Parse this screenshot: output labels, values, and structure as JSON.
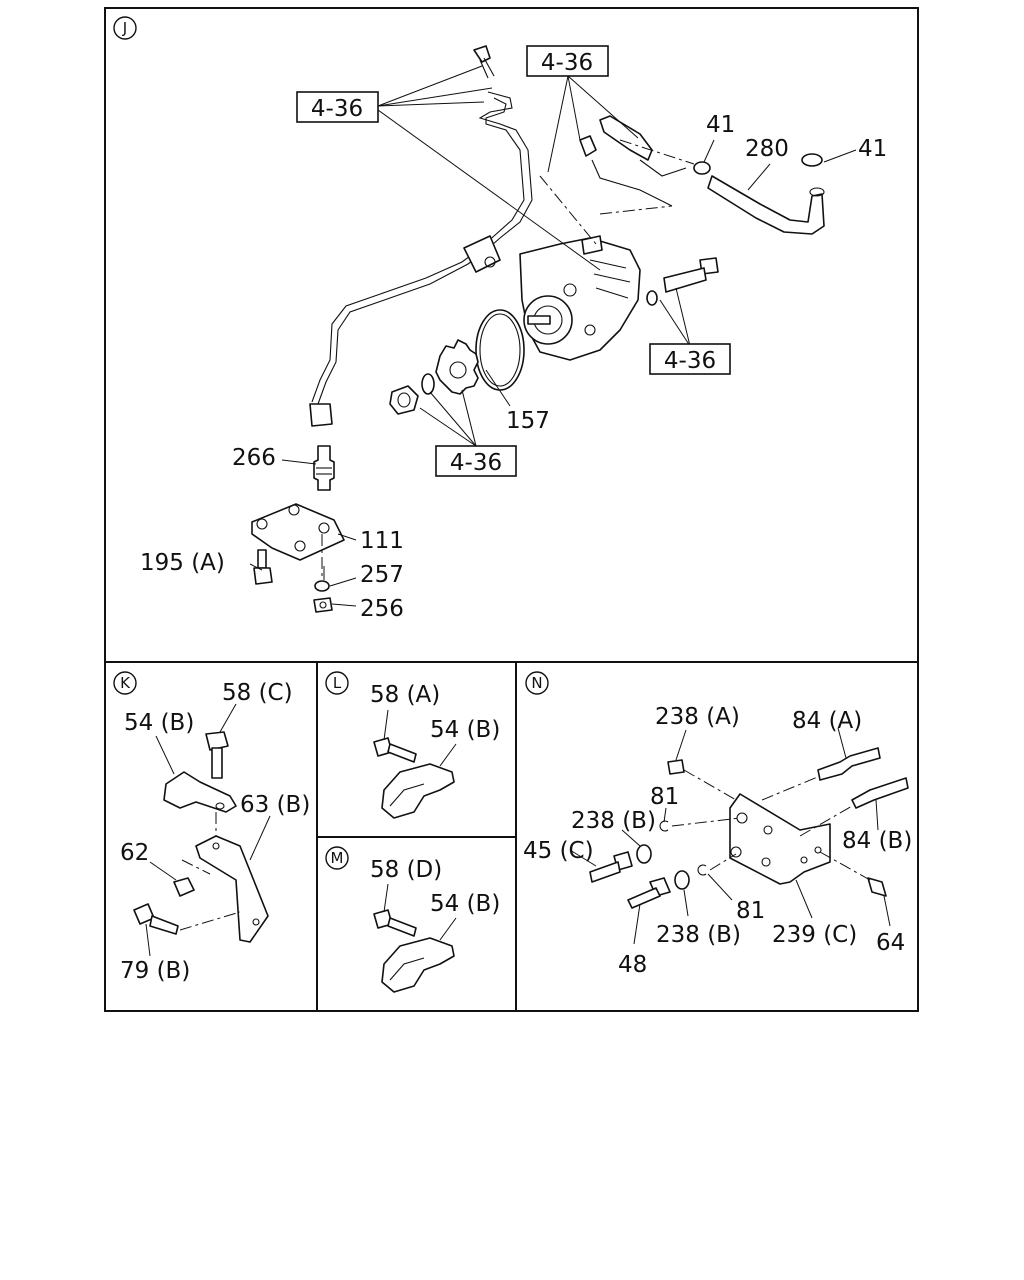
{
  "sections": {
    "J": {
      "letter": "J",
      "labels": {
        "ref_top_left": "4-36",
        "ref_top_center": "4-36",
        "ref_right": "4-36",
        "ref_bottom": "4-36",
        "clamp_a": "41",
        "hose": "280",
        "clamp_b": "41",
        "o_ring": "157",
        "connector": "266",
        "plate": "111",
        "bolt": "195 (A)",
        "washer": "257",
        "nut": "256"
      }
    },
    "K": {
      "letter": "K",
      "labels": {
        "bolt": "58 (C)",
        "clip": "54 (B)",
        "bracket": "63 (B)",
        "nut": "62",
        "bolt_b": "79 (B)"
      }
    },
    "L": {
      "letter": "L",
      "labels": {
        "bolt": "58 (A)",
        "clip": "54 (B)"
      }
    },
    "M": {
      "letter": "M",
      "labels": {
        "bolt": "58 (D)",
        "clip": "54 (B)"
      }
    },
    "N": {
      "letter": "N",
      "labels": {
        "nut_a": "238 (A)",
        "stud_a": "84 (A)",
        "stud_b": "84 (B)",
        "ring_top": "81",
        "nut_b_top": "238 (B)",
        "bolt_c": "45 (C)",
        "nut_b_bottom": "238 (B)",
        "ring_bottom": "81",
        "bracket": "239 (C)",
        "bolt": "64",
        "pin": "48"
      }
    }
  }
}
